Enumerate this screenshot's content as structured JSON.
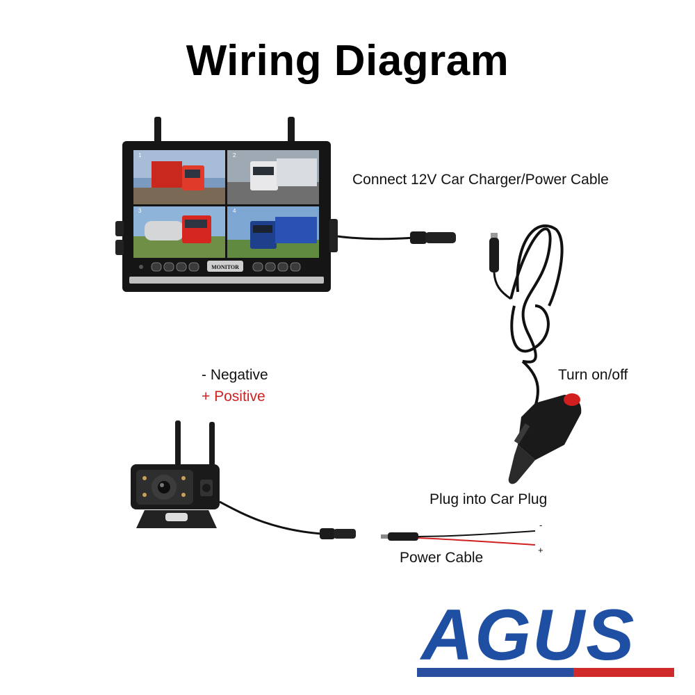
{
  "title": "Wiring Diagram",
  "labels": {
    "connect_power": "Connect 12V Car Charger/Power Cable",
    "negative": "- Negative",
    "positive": "+ Positive",
    "turn_on_off": "Turn on/off",
    "plug_into_car": "Plug into Car Plug",
    "power_cable": "Power Cable",
    "minus": "-",
    "plus": "+"
  },
  "monitor": {
    "brand_label": "MONITOR",
    "quadrant_channels": [
      "1",
      "2",
      "3",
      "4"
    ]
  },
  "logo": {
    "text": "AGUS",
    "color": "#1f4fa3",
    "stripe_color": "#d12a2a"
  },
  "colors": {
    "positive": "#d12020",
    "cable": "#111111",
    "switch": "#d11f1f"
  }
}
